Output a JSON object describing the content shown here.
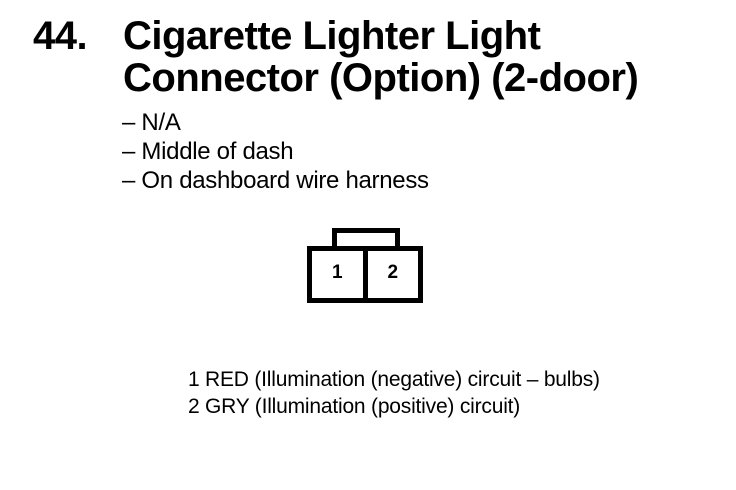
{
  "colors": {
    "ink": "#000000",
    "paper": "#ffffff"
  },
  "section": {
    "number": "44.",
    "title_line1": "Cigarette Lighter Light",
    "title_line2": "Connector (Option) (2-door)"
  },
  "details": {
    "items": [
      "– N/A",
      "– Middle of dash",
      "– On dashboard wire harness"
    ]
  },
  "connector": {
    "pins": [
      "1",
      "2"
    ]
  },
  "pinout": {
    "rows": [
      {
        "pin": "1",
        "desc": "RED (Illumination (negative) circuit – bulbs)"
      },
      {
        "pin": "2",
        "desc": "GRY (Illumination (positive) circuit)"
      }
    ]
  }
}
